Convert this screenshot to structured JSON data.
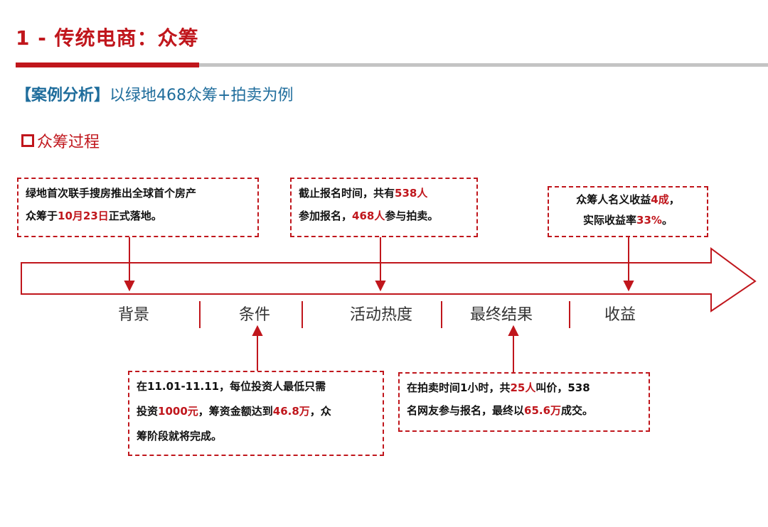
{
  "header": {
    "title": "1 - 传统电商：众筹"
  },
  "case": {
    "tag": "【案例分析】",
    "text": "以绿地468众筹+拍卖为例"
  },
  "process": {
    "label": "众筹过程"
  },
  "stages": [
    "背景",
    "条件",
    "活动热度",
    "最终结果",
    "收益"
  ],
  "notes": {
    "background": {
      "line1": "绿地首次联手搜房推出全球首个房产",
      "l2a": "众筹于",
      "l2b": "10月23日",
      "l2c": "正式落地。"
    },
    "condition": {
      "l1": "在11.01-11.11，每位投资人最低只需",
      "l2a": "投资",
      "l2b": "1000元",
      "l2c": "，筹资金额达到",
      "l2d": "46.8万",
      "l2e": "，众",
      "l3": "筹阶段就将完成。"
    },
    "heat": {
      "l1a": "截止报名时间，共有",
      "l1b": "538人",
      "l2a": "参加报名，",
      "l2b": "468人",
      "l2c": "参与拍卖。"
    },
    "result": {
      "l1a": "在拍卖时间1小时，共",
      "l1b": "25人",
      "l1c": "叫价，538",
      "l2a": "名网友参与报名，最终以",
      "l2b": "65.6万",
      "l2c": "成交。"
    },
    "revenue": {
      "l1a": "众筹人名义收益",
      "l1b": "4成",
      "l1c": "，",
      "l2a": "实际收益率",
      "l2b": "33%",
      "l2c": "。"
    }
  },
  "colors": {
    "accent": "#c0161c",
    "link": "#1f6d9c"
  }
}
